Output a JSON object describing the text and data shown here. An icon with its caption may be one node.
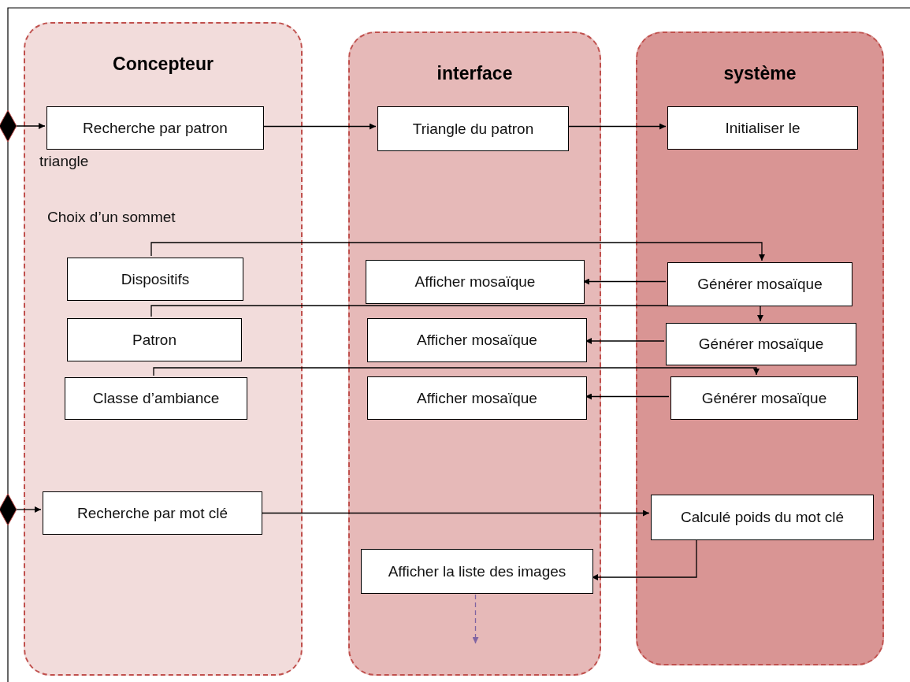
{
  "diagram": {
    "nodes": [
      {
        "text": [
          "Concepteur"
        ]
      },
      {
        "text": [
          "interface"
        ]
      },
      {
        "text": [
          "système"
        ]
      },
      {
        "text": [],
        "shape": "diamond"
      },
      {
        "text": [
          "Recherche par patron"
        ],
        "in": 0,
        "beside": [
          "triangle"
        ]
      },
      {
        "text": [
          "Triangle du patron"
        ],
        "in": 1
      },
      {
        "text": [
          "Initialiser le"
        ],
        "in": 2
      },
      {
        "text": [
          "Dispositifs"
        ],
        "in": 0
      },
      {
        "text": [
          "Afficher mosaïque"
        ],
        "in": 1
      },
      {
        "text": [
          "Générer mosaïque"
        ],
        "in": 2
      },
      {
        "text": [
          "Patron"
        ],
        "in": 0
      },
      {
        "text": [
          "Afficher mosaïque"
        ],
        "in": 1
      },
      {
        "text": [
          "Générer mosaïque"
        ],
        "in": 2
      },
      {
        "text": [
          "Classe d’ambiance"
        ],
        "in": 0
      },
      {
        "text": [
          "Afficher mosaïque"
        ],
        "in": 1
      },
      {
        "text": [
          "Générer mosaïque"
        ],
        "in": 2
      },
      {
        "text": [],
        "shape": "diamond"
      },
      {
        "text": [
          "Recherche par mot clé"
        ],
        "in": 0
      },
      {
        "text": [
          "Calculé poids du mot clé"
        ],
        "in": 2
      },
      {
        "text": [
          "Afficher la liste des images"
        ],
        "in": 1
      }
    ],
    "edges": [
      {
        "from": 3,
        "to": 4,
        "arrow": "to"
      },
      {
        "from": 4,
        "to": 5,
        "arrow": "to"
      },
      {
        "from": 5,
        "to": 6,
        "arrow": "to"
      },
      {
        "from": 7,
        "to": 9,
        "arrow": "to"
      },
      {
        "from": 9,
        "to": 8,
        "arrow": "to"
      },
      {
        "from": 10,
        "to": 12,
        "arrow": "to"
      },
      {
        "from": 12,
        "to": 11,
        "arrow": "to"
      },
      {
        "from": 13,
        "to": 15,
        "arrow": "to"
      },
      {
        "from": 15,
        "to": 14,
        "arrow": "to"
      },
      {
        "from": 16,
        "to": 17,
        "arrow": "to"
      },
      {
        "from": 17,
        "to": 18,
        "arrow": "to"
      },
      {
        "from": 18,
        "to": 19,
        "arrow": "to"
      },
      {
        "from": 19,
        "to": null,
        "arrow": "to",
        "style": "dashed",
        "color": "#8064a2"
      }
    ],
    "labels": [
      "Choix d’un sommet"
    ]
  }
}
